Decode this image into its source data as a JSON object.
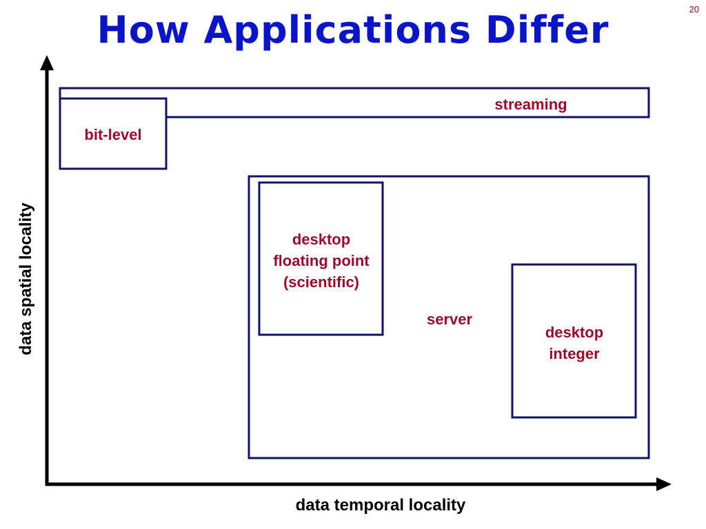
{
  "slide": {
    "title": "How Applications Differ",
    "page_number": "20"
  },
  "axes": {
    "x_label": "data temporal locality",
    "y_label": "data spatial locality"
  },
  "regions": {
    "streaming": "streaming",
    "bit_level": "bit-level",
    "server": "server",
    "desktop_fp": [
      "desktop",
      "floating point",
      "(scientific)"
    ],
    "desktop_int": [
      "desktop",
      "integer"
    ]
  },
  "colors": {
    "title": "#0a14c8",
    "label": "#9b0a2a",
    "box_stroke": "#0e1366",
    "axis": "#000000"
  }
}
